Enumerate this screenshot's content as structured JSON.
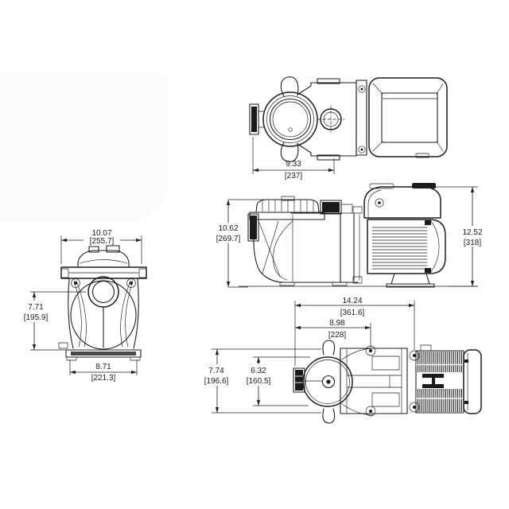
{
  "views": {
    "top": {
      "dims": {
        "width": {
          "in": "9.33",
          "mm": "[237]"
        }
      }
    },
    "side": {
      "dims": {
        "pot_height": {
          "in": "10.62",
          "mm": "[269.7]"
        },
        "overall_height": {
          "in": "12.52",
          "mm": "[318]"
        }
      }
    },
    "front": {
      "dims": {
        "overall_width": {
          "in": "10.07",
          "mm": "[255.7]"
        },
        "centerline_height": {
          "in": "7.71",
          "mm": "[195.9]"
        },
        "base_width": {
          "in": "8.71",
          "mm": "[221.3]"
        }
      }
    },
    "bottom": {
      "dims": {
        "overall_length": {
          "in": "14.24",
          "mm": "[361.6]"
        },
        "bolt_length": {
          "in": "8.98",
          "mm": "[228]"
        },
        "overall_width": {
          "in": "7.74",
          "mm": "[196.6]"
        },
        "bolt_width": {
          "in": "6.32",
          "mm": "[160.5]"
        }
      }
    }
  },
  "colors": {
    "line": "#1e1e1e",
    "text": "#1c1c1c",
    "dark_fill": "#1b1b1b",
    "watermark": "#fbfbfc",
    "background": "#ffffff"
  }
}
